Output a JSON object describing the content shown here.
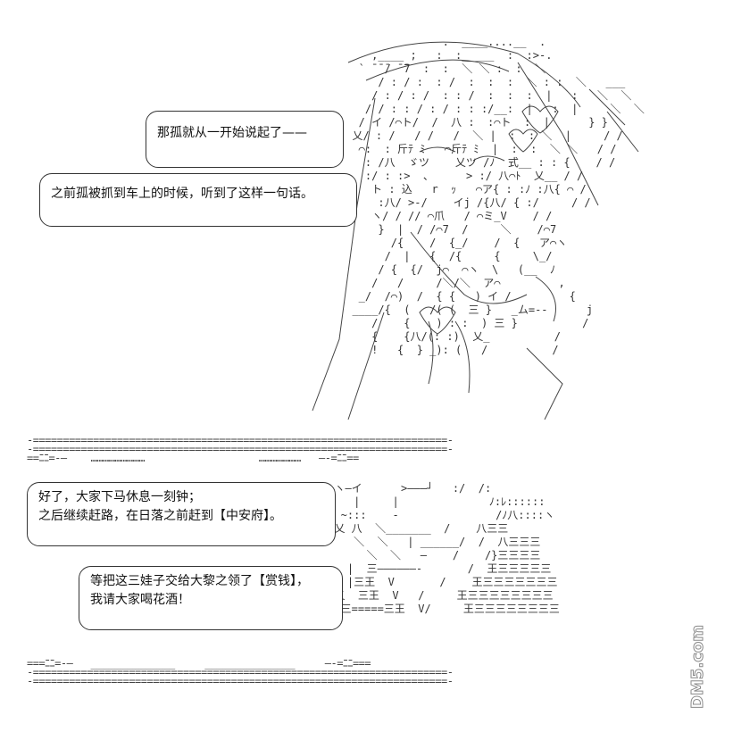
{
  "bubbles": {
    "b1": [
      "那孤就从一开始说起了——"
    ],
    "b2": [
      "之前孤被抓到车上的时候，听到了这样一句话。"
    ],
    "b3": [
      "好了，大家下马休息一刻钟；",
      "之后继续赶路，在日落之前赶到【中安府】。"
    ],
    "b4": [
      "等把这三娃子交给大黎之领了【赏钱】，",
      "我请大家喝花酒！"
    ]
  },
  "watermark": "DM5.com"
}
